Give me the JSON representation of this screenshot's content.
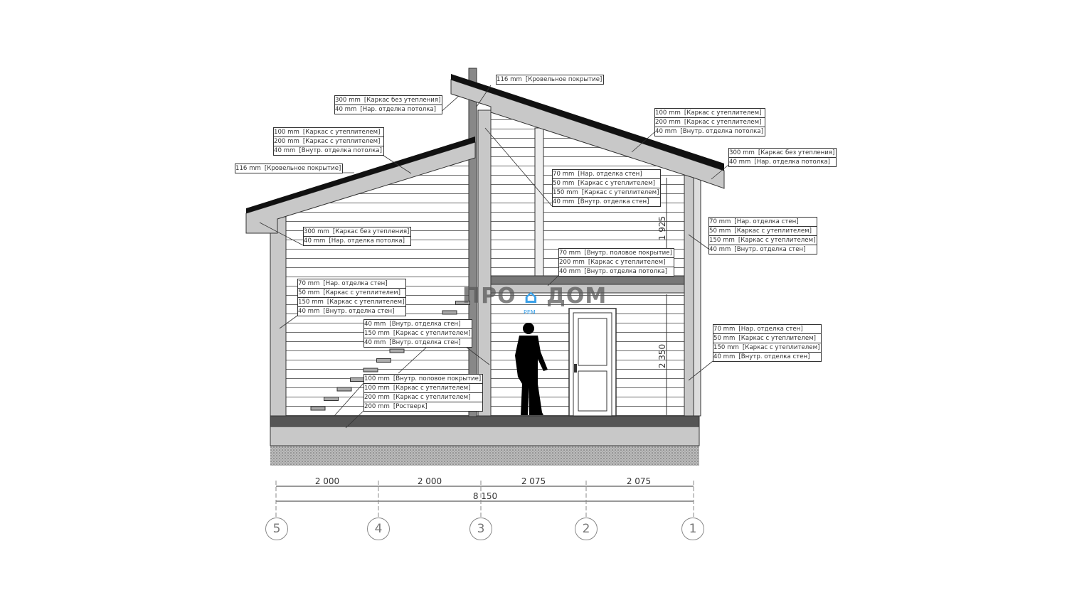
{
  "labels": [
    {
      "id": "roof-overhang-left-top",
      "rows": [
        [
          "300 mm",
          "[Каркас без утепления]"
        ],
        [
          "40 mm",
          "[Нар. отделка потолка]"
        ]
      ]
    },
    {
      "id": "roof-left-layers",
      "rows": [
        [
          "100 mm",
          "[Каркас с утеплителем]"
        ],
        [
          "200 mm",
          "[Каркас с утеплителем]"
        ],
        [
          "40 mm",
          "[Внутр. отделка потолка]"
        ]
      ]
    },
    {
      "id": "roof-covering-left",
      "rows": [
        [
          "116 mm",
          "[Кровельное покрытие]"
        ]
      ]
    },
    {
      "id": "roof-covering-right",
      "rows": [
        [
          "116 mm",
          "[Кровельное покрытие]"
        ]
      ]
    },
    {
      "id": "roof-right-layers",
      "rows": [
        [
          "100 mm",
          "[Каркас с утеплителем]"
        ],
        [
          "200 mm",
          "[Каркас с утеплителем]"
        ],
        [
          "40 mm",
          "[Внутр. отделка потолка]"
        ]
      ]
    },
    {
      "id": "roof-overhang-right",
      "rows": [
        [
          "300 mm",
          "[Каркас без утепления]"
        ],
        [
          "40 mm",
          "[Нар. отделка потолка]"
        ]
      ]
    },
    {
      "id": "wall-upper-inner",
      "rows": [
        [
          "70 mm",
          "[Нар. отделка стен]"
        ],
        [
          "50 mm",
          "[Каркас с утеплителем]"
        ],
        [
          "150 mm",
          "[Каркас с утеплителем]"
        ],
        [
          "40 mm",
          "[Внутр. отделка стен]"
        ]
      ]
    },
    {
      "id": "wall-right-upper",
      "rows": [
        [
          "70 mm",
          "[Нар. отделка стен]"
        ],
        [
          "50 mm",
          "[Каркас с утеплителем]"
        ],
        [
          "150 mm",
          "[Каркас с утеплителем]"
        ],
        [
          "40 mm",
          "[Внутр. отделка стен]"
        ]
      ]
    },
    {
      "id": "roof-overhang-left",
      "rows": [
        [
          "300 mm",
          "[Каркас без утепления]"
        ],
        [
          "40 mm",
          "[Нар. отделка потолка]"
        ]
      ]
    },
    {
      "id": "wall-left",
      "rows": [
        [
          "70 mm",
          "[Нар. отделка стен]"
        ],
        [
          "50 mm",
          "[Каркас с утеплителем]"
        ],
        [
          "150 mm",
          "[Каркас с утеплителем]"
        ],
        [
          "40 mm",
          "[Внутр. отделка стен]"
        ]
      ]
    },
    {
      "id": "interfloor-slab",
      "rows": [
        [
          "70 mm",
          "[Внутр. половое покрытие]"
        ],
        [
          "200 mm",
          "[Каркас с утеплителем]"
        ],
        [
          "40 mm",
          "[Внутр. отделка потолка]"
        ]
      ]
    },
    {
      "id": "partition-wall",
      "rows": [
        [
          "40 mm",
          "[Внутр. отделка стен]"
        ],
        [
          "150 mm",
          "[Каркас с утеплителем]"
        ],
        [
          "40 mm",
          "[Внутр. отделка стен]"
        ]
      ]
    },
    {
      "id": "ground-floor",
      "rows": [
        [
          "100 mm",
          "[Внутр. половое покрытие]"
        ],
        [
          "100 mm",
          "[Каркас с утеплителем]"
        ],
        [
          "200 mm",
          "[Каркас с утеплителем]"
        ],
        [
          "200 mm",
          "[Ростверк]"
        ]
      ]
    },
    {
      "id": "wall-right-lower",
      "rows": [
        [
          "70 mm",
          "[Нар. отделка стен]"
        ],
        [
          "50 mm",
          "[Каркас с утеплителем]"
        ],
        [
          "150 mm",
          "[Каркас с утеплителем]"
        ],
        [
          "40 mm",
          "[Внутр. отделка стен]"
        ]
      ]
    }
  ],
  "dimensions": {
    "spans": [
      "2 000",
      "2 000",
      "2 075",
      "2 075"
    ],
    "total": "8 150",
    "height_upper": "1 925",
    "height_lower": "2 350"
  },
  "axes": [
    "5",
    "4",
    "3",
    "2",
    "1"
  ],
  "logo": {
    "left": "ПРО",
    "right": "ДОМ",
    "sub": "РЕМ"
  },
  "colors": {
    "wall": "#c8c8c8",
    "roof": "#111111",
    "logo_accent": "#3aa0e8"
  }
}
